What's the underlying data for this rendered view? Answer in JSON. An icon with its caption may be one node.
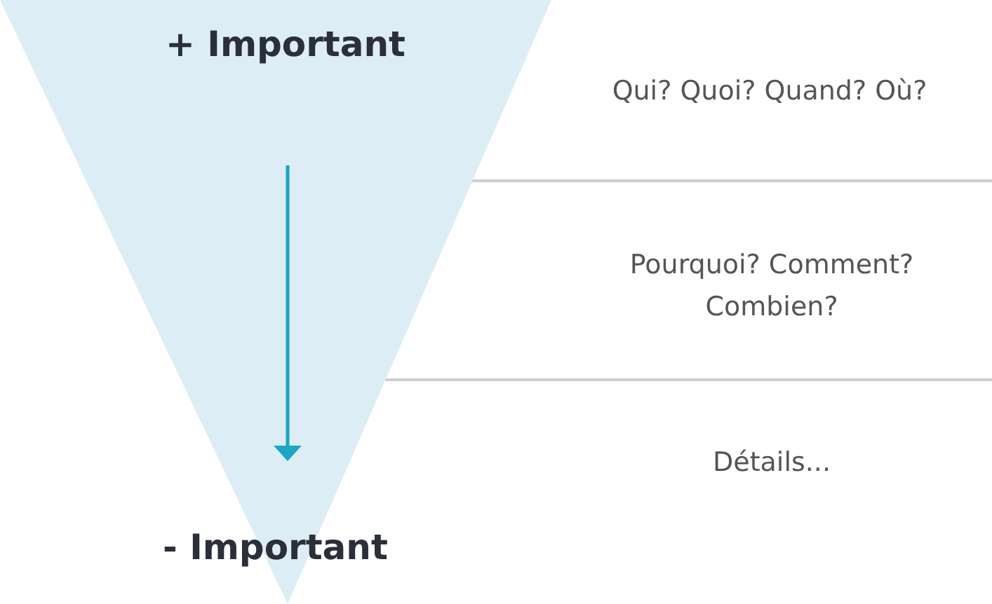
{
  "diagram": {
    "nodes": [
      {
        "text": [
          "+ Important",
          "- Important"
        ]
      }
    ],
    "edges": [],
    "labels": [
      "Qui? Quoi? Quand? Où?",
      "Pourquoi? Comment? Combien?",
      "Détails..."
    ]
  }
}
